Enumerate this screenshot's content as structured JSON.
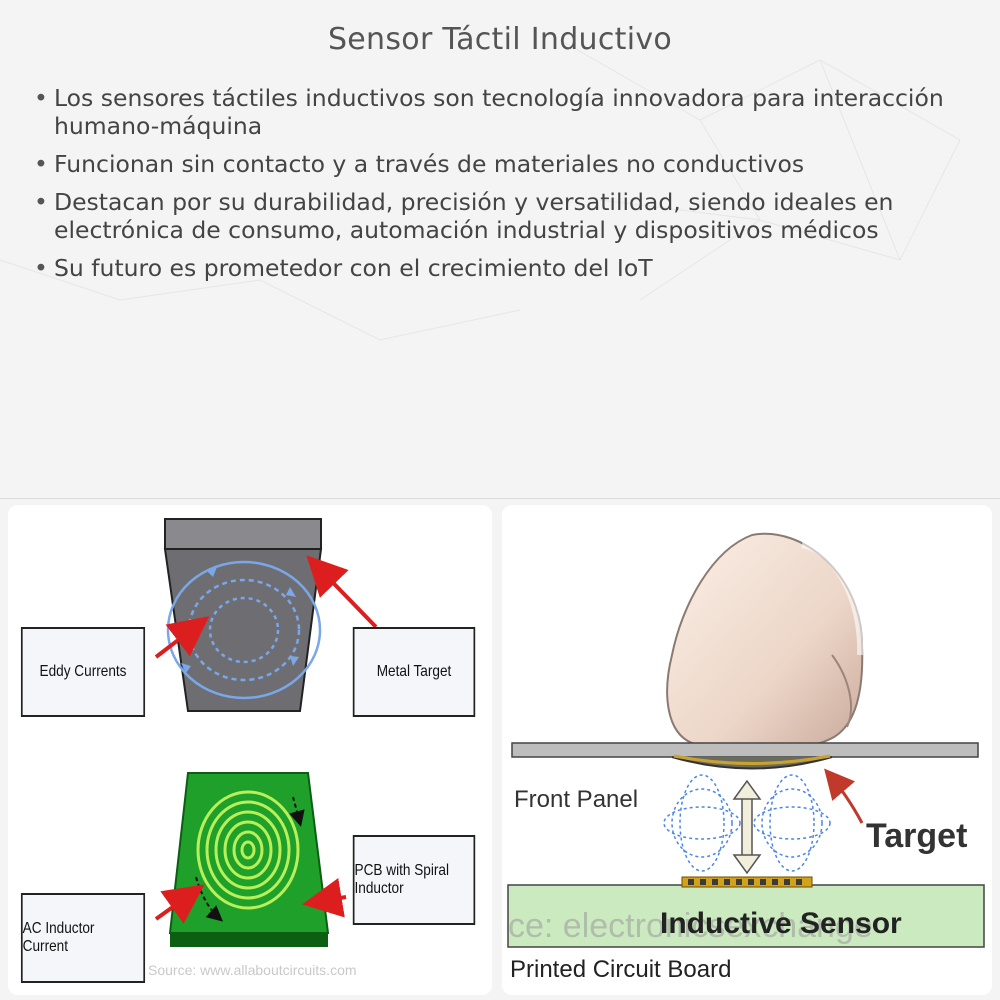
{
  "title": "Sensor Táctil Inductivo",
  "bullets": [
    "Los sensores táctiles inductivos son tecnología innovadora para interacción humano-máquina",
    "Funcionan sin contacto y a través de materiales no conductivos",
    "Destacan por su durabilidad, precisión y versatilidad, siendo ideales en electrónica de consumo, automación industrial y dispositivos médicos",
    "Su futuro es prometedor con el crecimiento del IoT"
  ],
  "left_diagram": {
    "eddy_label": "Eddy Currents",
    "metal_label": "Metal Target",
    "ac_label": "AC Inductor Current",
    "pcb_label": "PCB with Spiral Inductor",
    "source": "Source: www.allaboutcircuits.com"
  },
  "right_diagram": {
    "front_panel": "Front Panel",
    "target": "Target",
    "sensor": "Inductive Sensor",
    "pcb": "Printed Circuit Board",
    "watermark": "ce: electronicsexchange"
  },
  "colors": {
    "arrow": "#dd1e1e",
    "pcb_green": "#1ea02a",
    "spiral": "#b9f05a",
    "metal": "#6e6e72",
    "field": "#4a86e8"
  }
}
